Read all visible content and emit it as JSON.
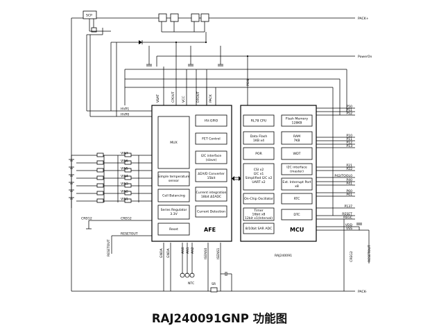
{
  "scp": "SCP",
  "packplus": "PACK+",
  "packminus": "PACK-",
  "poweron": "PowerOn",
  "afe": {
    "pins_top": [
      "VBAT",
      "CPOUT",
      "VCC",
      "DFOUT",
      "PACK",
      "PON"
    ],
    "hvp": [
      "HVP1",
      "HVP0"
    ],
    "vin": [
      "VIN7",
      "VIN6",
      "VIN5",
      "VIN4",
      "VIN3",
      "VIN2",
      "VIN1"
    ],
    "creg2": "CREG2",
    "resetout": "RESETOUT",
    "pins_bottom": [
      "GNDA",
      "GNDA",
      "AN0",
      "AN1",
      "AN2",
      "ISENS0",
      "ISENS1"
    ],
    "blocks": {
      "mux": "MUX",
      "temp1": "Simple temperature",
      "temp2": "sensor",
      "cell": "Cell Balancing",
      "reg1": "Series Regulator",
      "reg2": "3.3V",
      "reset": "Reset",
      "hvgpio": "HV-GPIO",
      "fet": "FET Control",
      "i2c1": "I2C interface",
      "i2c2": "(slave)",
      "dsadc1": "ΔΣA/D Converter",
      "dsadc2": "15bit",
      "curint1": "Current integration",
      "curint2": "18bit ΔΣADC",
      "curdet": "Current Detection",
      "title": "AFE"
    }
  },
  "mcu": {
    "pins_right": [
      "P50",
      "P51",
      "P52",
      "P10",
      "P11",
      "P12",
      "P13",
      "P21",
      "P22",
      "P42/TOOL0",
      "P40",
      "P41",
      "P60",
      "P61",
      "P137",
      "RESET",
      "REGC",
      "VDD",
      "VSS"
    ],
    "blocks": {
      "cpu": "RL78 CPU",
      "flash1": "Flash Memory",
      "flash2": "128KB",
      "dflash1": "Data Flash",
      "dflash2": "1KB x4",
      "ram1": "RAM",
      "ram2": "7KB",
      "por": "POR",
      "wdt": "WDT",
      "csi1": "CSI x2",
      "csi2": "I2C x1",
      "csi3": "Simplified I2C x2",
      "csi4": "UART x2",
      "i2cm1": "I2C interface",
      "i2cm2": "(master)",
      "extint1": "Ext. Interrupt Port",
      "extint2": "x8",
      "osc": "On-Chip Oscillator",
      "rtc": "RTC",
      "timer1": "Timer",
      "timer2": "16bit x8",
      "timer3": "12bit x1(Interval)",
      "dtc": "DTC",
      "adc": "8/10bit SAR ADC",
      "title": "MCU"
    }
  },
  "chip": "RAJ240091",
  "ntc": "NTC",
  "sr": "SR",
  "caption": "RAJ240091GNP 功能图"
}
